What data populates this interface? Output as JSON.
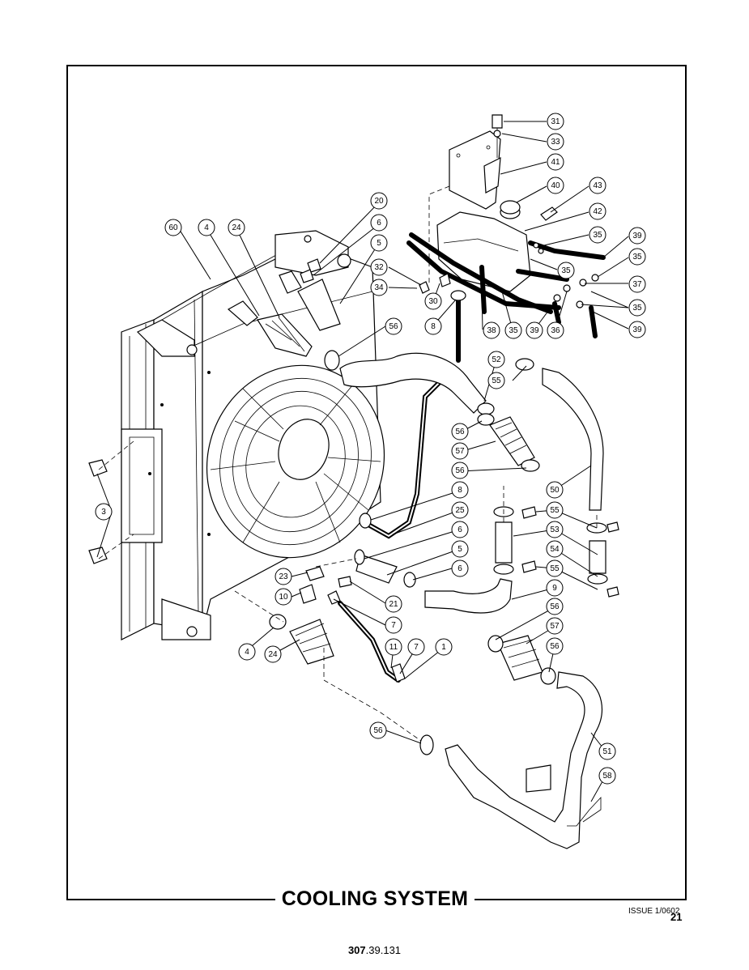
{
  "title": "COOLING SYSTEM",
  "issue": "ISSUE 1/0602",
  "page_number": "21",
  "doc_number_bold": "307",
  "doc_number_rest": ".39.131",
  "callouts": [
    {
      "label": "31"
    },
    {
      "label": "33"
    },
    {
      "label": "41"
    },
    {
      "label": "40"
    },
    {
      "label": "43"
    },
    {
      "label": "42"
    },
    {
      "label": "35"
    },
    {
      "label": "39"
    },
    {
      "label": "35"
    },
    {
      "label": "37"
    },
    {
      "label": "35"
    },
    {
      "label": "39"
    },
    {
      "label": "35"
    },
    {
      "label": "38"
    },
    {
      "label": "35"
    },
    {
      "label": "39"
    },
    {
      "label": "36"
    },
    {
      "label": "20"
    },
    {
      "label": "6"
    },
    {
      "label": "5"
    },
    {
      "label": "32"
    },
    {
      "label": "34"
    },
    {
      "label": "30"
    },
    {
      "label": "8"
    },
    {
      "label": "60"
    },
    {
      "label": "4"
    },
    {
      "label": "24"
    },
    {
      "label": "56"
    },
    {
      "label": "52"
    },
    {
      "label": "55"
    },
    {
      "label": "56"
    },
    {
      "label": "57"
    },
    {
      "label": "56"
    },
    {
      "label": "50"
    },
    {
      "label": "8"
    },
    {
      "label": "25"
    },
    {
      "label": "6"
    },
    {
      "label": "5"
    },
    {
      "label": "6"
    },
    {
      "label": "55"
    },
    {
      "label": "53"
    },
    {
      "label": "54"
    },
    {
      "label": "55"
    },
    {
      "label": "9"
    },
    {
      "label": "3"
    },
    {
      "label": "23"
    },
    {
      "label": "10"
    },
    {
      "label": "21"
    },
    {
      "label": "7"
    },
    {
      "label": "56"
    },
    {
      "label": "57"
    },
    {
      "label": "56"
    },
    {
      "label": "4"
    },
    {
      "label": "24"
    },
    {
      "label": "11"
    },
    {
      "label": "7"
    },
    {
      "label": "1"
    },
    {
      "label": "56"
    },
    {
      "label": "51"
    },
    {
      "label": "58"
    }
  ]
}
